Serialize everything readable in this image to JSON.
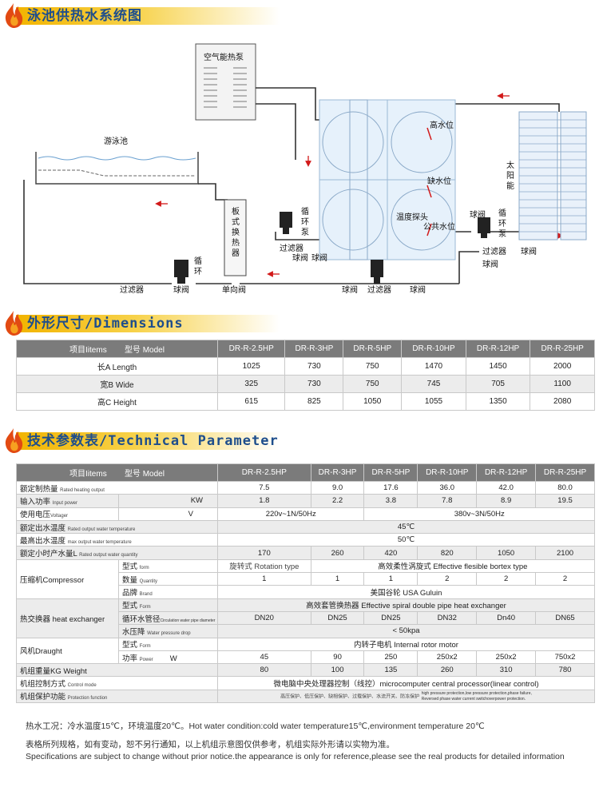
{
  "sections": {
    "system": {
      "title": "泳池供热水系统图"
    },
    "dimensions": {
      "title": "外形尺寸/Dimensions"
    },
    "technical": {
      "title": "技术参数表/Technical Parameter"
    }
  },
  "diagram": {
    "heat_pump": "空气能热泵",
    "pool": "游泳池",
    "exchanger": [
      "板",
      "式",
      "换",
      "热",
      "器"
    ],
    "tank_high": "高水位",
    "tank_low": "缺水位",
    "temp_probe": "温度探头",
    "common_level": "公共水位",
    "solar": [
      "太",
      "阳",
      "能"
    ],
    "pump_label": [
      "循",
      "环",
      "泵"
    ],
    "filter": "过滤器",
    "ball_valve": "球阀",
    "check_valve": "单向阀",
    "loop_pump": "循环泵"
  },
  "dim_table": {
    "head": [
      "项目Iitems",
      "型号 Model"
    ],
    "models": [
      "DR-R-2.5HP",
      "DR-R-3HP",
      "DR-R-5HP",
      "DR-R-10HP",
      "DR-R-12HP",
      "DR-R-25HP"
    ],
    "rows": [
      {
        "label": "长A Length",
        "values": [
          "1025",
          "730",
          "750",
          "1470",
          "1450",
          "2000"
        ]
      },
      {
        "label": "宽B Wide",
        "values": [
          "325",
          "730",
          "750",
          "745",
          "705",
          "1100"
        ]
      },
      {
        "label": "高C Height",
        "values": [
          "615",
          "825",
          "1050",
          "1055",
          "1350",
          "2080"
        ]
      }
    ]
  },
  "tech_table": {
    "head": [
      "项目Iitems",
      "型号 Model"
    ],
    "models": [
      "DR-R-2.5HP",
      "DR-R-3HP",
      "DR-R-5HP",
      "DR-R-10HP",
      "DR-R-12HP",
      "DR-R-25HP"
    ],
    "heating": {
      "label": "额定制热量",
      "en": "Rated heating output",
      "values": [
        "7.5",
        "9.0",
        "17.6",
        "36.0",
        "42.0",
        "80.0"
      ]
    },
    "power": {
      "label": "输入功率",
      "en": "Input power",
      "unit": "KW",
      "values": [
        "1.8",
        "2.2",
        "3.8",
        "7.8",
        "8.9",
        "19.5"
      ]
    },
    "voltage": {
      "label": "使用电压",
      "en": "Voltager",
      "unit": "V",
      "v1": "220v~1N/50Hz",
      "v2": "380v~3N/50Hz"
    },
    "outtemp": {
      "label": "额定出水温度",
      "en": "Rated output water temperature",
      "value": "45℃"
    },
    "maxtemp": {
      "label": "最高出水温度",
      "en": "max output water temperature",
      "value": "50℃"
    },
    "quantity": {
      "label": "额定小时产水量L",
      "en": "Rated output water quantity",
      "values": [
        "170",
        "260",
        "420",
        "820",
        "1050",
        "2100"
      ]
    },
    "compressor": {
      "label": "压缩机Compressor",
      "type_label": "型式",
      "type_en": "form",
      "type_first": "旋转式 Rotation type",
      "type_rest": "高效柔性涡旋式 Effective flesible bortex type",
      "qty_label": "数量",
      "qty_en": "Quantity",
      "qty_values": [
        "1",
        "1",
        "1",
        "2",
        "2",
        "2"
      ],
      "brand_label": "品牌",
      "brand_en": "Brand",
      "brand_value": "美国谷轮 USA Guluin"
    },
    "exchanger": {
      "label": "热交换器 heat exchanger",
      "type_label": "型式",
      "type_en": "Form",
      "type_value": "高效套管换热器 Effective spiral double pipe heat exchanger",
      "pipe_label": "循环水管径",
      "pipe_en": "Circulation water pipe diameter",
      "pipe_values": [
        "DN20",
        "DN25",
        "DN25",
        "DN32",
        "Dn40",
        "DN65"
      ],
      "drop_label": "水压降",
      "drop_en": "Water pressure drop",
      "drop_value": "< 50kpa"
    },
    "fan": {
      "label": "风机Draught",
      "type_label": "型式",
      "type_en": "Form",
      "type_value": "内转子电机 Internal rotor motor",
      "power_label": "功率",
      "power_en": "Power",
      "power_unit": "W",
      "power_values": [
        "45",
        "90",
        "250",
        "250x2",
        "250x2",
        "750x2"
      ]
    },
    "weight": {
      "label": "机组重量KG",
      "en": "Weight",
      "values": [
        "80",
        "100",
        "135",
        "260",
        "310",
        "780"
      ]
    },
    "control": {
      "label": "机组控制方式",
      "en": "Control mode",
      "value": "微电脑中央处理器控制（线控）microcomputer central processor(linear control)"
    },
    "protection": {
      "label": "机组保护功能",
      "en": "Protection function",
      "cn_value": "高压保护、低压保护、缺相保护、过载保护、水流开关、防冻保护",
      "en_value1": "high pressure protection,low pressure protection,phase failure,",
      "en_value2": "Reversed phase water current switchoverpower protection."
    }
  },
  "notes": [
    "热水工况：冷水温度15℃，环境温度20℃。Hot water condition:cold water temperature15℃,environment temperature 20℃",
    "表格所列规格，如有变动，恕不另行通知，以上机组示意图仅供参考，机组实际外形请以实物为准。",
    "Specifications are subject to change without prior notice.the appearance is only for reference,please see the real products for detailed information"
  ],
  "colors": {
    "accent": "#f2b400",
    "title": "#1e4e8c",
    "header": "#7b7b7b",
    "flame": "#e24a12"
  }
}
